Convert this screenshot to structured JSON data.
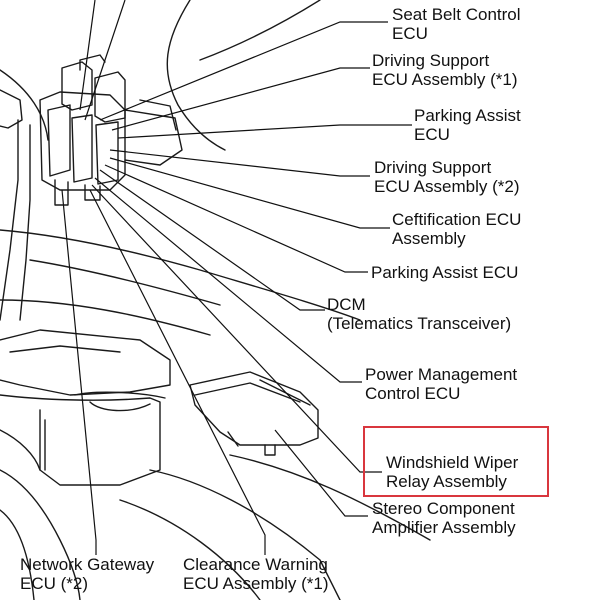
{
  "labels": {
    "seat_belt": [
      "Seat Belt Control",
      "ECU"
    ],
    "driving_support_1": [
      "Driving Support",
      "ECU Assembly (*1)"
    ],
    "parking_assist_top": [
      "Parking Assist",
      "ECU"
    ],
    "driving_support_2": [
      "Driving Support",
      "ECU Assembly (*2)"
    ],
    "certification": [
      "Ceftification ECU",
      "Assembly"
    ],
    "parking_assist_ecu": [
      "Parking Assist ECU"
    ],
    "dcm": [
      "DCM",
      "(Telematics Transceiver)"
    ],
    "power_mgmt": [
      "Power Management",
      "Control ECU"
    ],
    "wiper_relay": [
      "Windshield Wiper",
      "Relay Assembly"
    ],
    "stereo_amp": [
      "Stereo Component",
      "Amplifier Assembly"
    ],
    "network_gateway": [
      "Network Gateway",
      "ECU (*2)"
    ],
    "clearance_warning": [
      "Clearance Warning",
      "ECU Assembly (*1)"
    ]
  },
  "highlight": {
    "target": "wiper_relay",
    "color": "#d9363e"
  }
}
